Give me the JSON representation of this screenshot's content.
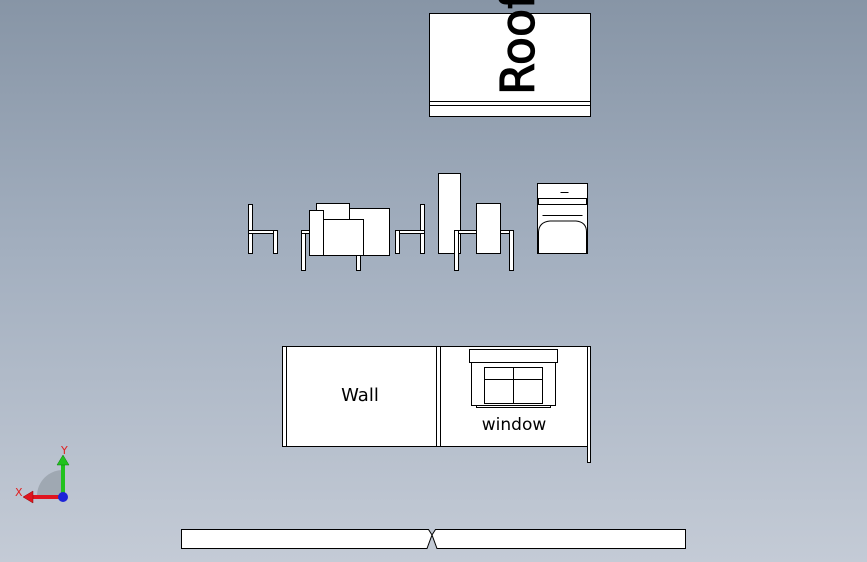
{
  "viewport": {
    "labels": {
      "roof": "Roof",
      "wall": "Wall",
      "window": "window"
    },
    "triad": {
      "x_axis": "X",
      "y_axis": "Y",
      "x_color": "#e0141e",
      "y_color": "#21c21e",
      "z_color": "#1c24d8"
    },
    "background_top": "#8795a6",
    "background_bottom": "#c4cbd6"
  }
}
